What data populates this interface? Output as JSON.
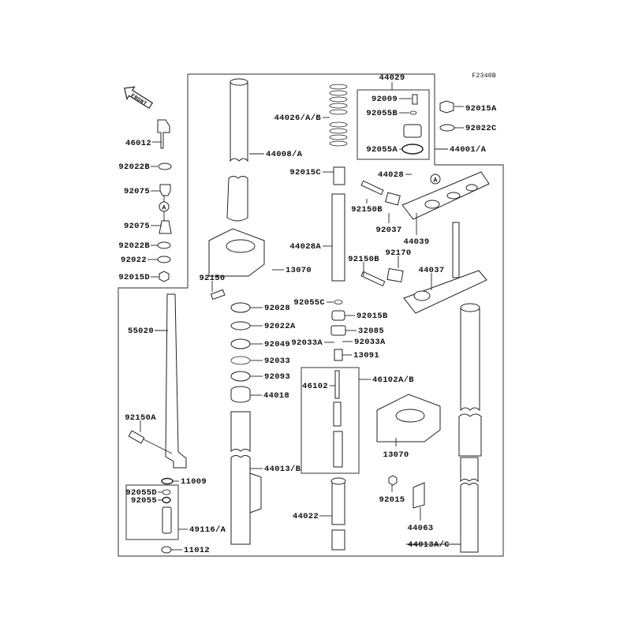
{
  "diagram_code": "F2340B",
  "front_marker": "FRONT",
  "reference_marks": [
    "A",
    "A"
  ],
  "labels": [
    "44029",
    "92009",
    "92055B",
    "92055A",
    "44001/A",
    "92015A",
    "92022C",
    "44026/A/B",
    "44008/A",
    "46012",
    "92022B",
    "92075",
    "92075",
    "92022B",
    "92022",
    "92015D",
    "92015C",
    "44028",
    "92150B",
    "92037",
    "44039",
    "44028A",
    "92150B",
    "92170",
    "44037",
    "13070",
    "92150",
    "92055C",
    "92015B",
    "32085",
    "92033A",
    "92033A",
    "13091",
    "46102A/B",
    "46102",
    "92028",
    "92022A",
    "92049",
    "92033",
    "92093",
    "44018",
    "55020",
    "92150A",
    "13070",
    "44013/B",
    "11009",
    "92055D",
    "92055",
    "49116/A",
    "11012",
    "92015",
    "44063",
    "44022",
    "44013A/C"
  ]
}
